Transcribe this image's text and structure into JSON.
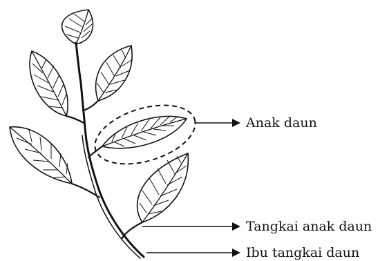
{
  "diagram": {
    "labels": {
      "leaflet": "Anak daun",
      "petiolule": "Tangkai anak daun",
      "rachis": "Ibu tangkai daun"
    },
    "colors": {
      "ink": "#111111",
      "background": "#ffffff"
    }
  }
}
